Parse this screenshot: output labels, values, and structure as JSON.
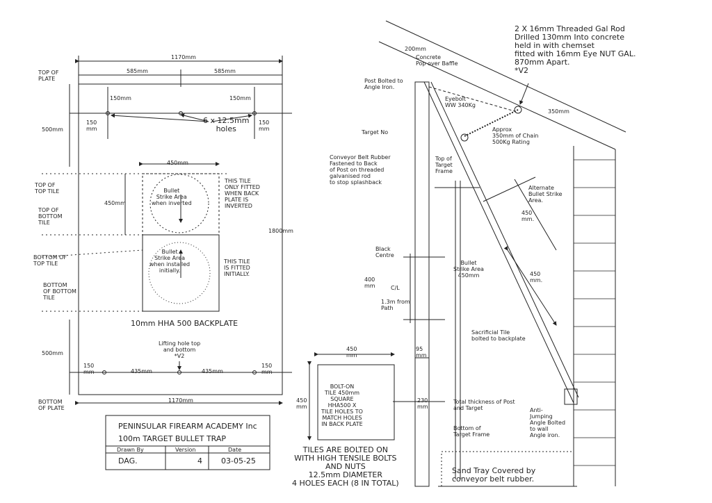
{
  "backplate": {
    "overall_width": "1170mm",
    "half_left": "585mm",
    "half_right": "585mm",
    "top_of_plate": "TOP OF\nPLATE",
    "hole_offset_left": "150mm",
    "hole_offset_right": "150mm",
    "dim_500_top": "500mm",
    "side_150_left": "150\nmm",
    "side_150_right": "150\nmm",
    "holes_note": "6 x 12.5mm\nholes",
    "tile_width": "450mm",
    "top_of_top_tile": "TOP OF\nTOP TILE",
    "tile_height": "450mm",
    "top_of_bottom_tile": "TOP OF\nBOTTOM\nTILE",
    "bullet_strike_inverted": "Bullet\nStrike Area\nwhen inverted",
    "tile_note_inverted": "THIS TILE\nONLY FITTED\nWHEN BACK\nPLATE IS\nINVERTED",
    "overall_height": "1800mm",
    "bottom_of_top_tile": "BOTTOM OF\nTOP TILE",
    "bullet_strike_initial": "Bullet\nStrike Area\nwhen installed\ninitially.",
    "tile_note_initial": "THIS TILE\nIS FITTED\nINITIALLY.",
    "bottom_of_bottom_tile": "BOTTOM\nOF BOTTOM\nTILE",
    "plate_label": "10mm HHA 500 BACKPLATE",
    "lifting_hole": "Lifting hole top\nand bottom\n*V2",
    "dim_500_bottom": "500mm",
    "bot_150_left": "150\nmm",
    "bot_435_left": "435mm",
    "bot_435_right": "435mm",
    "bot_150_right": "150\nmm",
    "bottom_of_plate": "BOTTOM\nOF PLATE",
    "overall_width_bottom": "1170mm"
  },
  "title_block": {
    "company": "PENINSULAR FIREARM ACADEMY Inc",
    "drawing": "100m TARGET BULLET TRAP",
    "h_drawn": "Drawn By",
    "h_version": "Version",
    "h_date": "Date",
    "v_drawn": "DAG.",
    "v_version": "4",
    "v_date": "03-05-25"
  },
  "bolt_tile": {
    "width": "450\nmm",
    "height": "450\nmm",
    "text": "BOLT-ON\nTILE 450mm\nSQUARE\nHHA500 X\nTILE HOLES TO\nMATCH HOLES\nIN BACK PLATE",
    "note": "TILES ARE BOLTED ON\nWITH HIGH TENSILE BOLTS\nAND NUTS\n12.5mm DIAMETER\n4 HOLES EACH (8 IN TOTAL)"
  },
  "section": {
    "rod_note": "2 X 16mm Threaded Gal Rod\nDrilled 130mm Into concrete\nheld in with chemset\nfitted with 16mm Eye NUT GAL.\n870mm Apart.\n*V2",
    "dim_200": "200mm",
    "concrete_baffle": "Concrete\nPop over Baffle",
    "post_bolted": "Post Bolted to\nAngle Iron.",
    "eyebolt": "Eyebolt\nWW 340Kg",
    "dim_350": "350mm",
    "chain": "Approx\n350mm of Chain\n500Kg Rating",
    "target_no": "Target No",
    "conveyor": "Conveyor Belt Rubber\nFastened to Back\nof Post on threaded\ngalvanised rod\nto stop splashback",
    "top_of_target_frame": "Top of\nTarget\nFrame",
    "alt_strike": "Alternate\nBullet Strike\nArea.",
    "dim_450_alt": "450\nmm.",
    "black_centre": "Black\nCentre",
    "dim_400": "400\nmm",
    "cl": "C/L",
    "from_path": "1.3m from\nPath",
    "bullet_strike": "Bullet\nStrike Area\n450mm",
    "dim_450_side": "450\nmm.",
    "sacrificial": "Sacrificial Tile\nbolted to backplate",
    "dim_95": "95\nmm",
    "dim_230": "230\nmm",
    "total_thickness": "Total thickness of Post\nand Target",
    "bottom_target_frame": "Bottom of\nTarget Frame",
    "anti_jumping": "Anti-\nJumping\nAngle Bolted\nto wall\nAngle iron.",
    "sand_tray": "Sand Tray Covered by\nconveyor belt rubber."
  },
  "colors": {
    "ink": "#222222",
    "paper": "#ffffff"
  }
}
